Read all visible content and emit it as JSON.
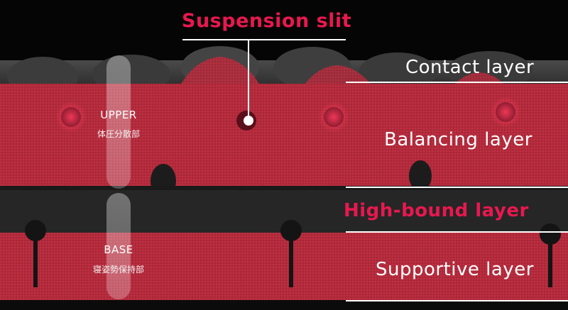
{
  "title": "Suspension slit",
  "layers": {
    "contact": "Contact layer",
    "balancing": "Balancing layer",
    "highbound": "High-bound layer",
    "supportive": "Supportive layer"
  },
  "sections": {
    "upper_en": "UPPER",
    "upper_jp": "体圧分散部",
    "base_en": "BASE",
    "base_jp": "寝姿勢保持部"
  },
  "colors": {
    "accent": "#e8184f",
    "foam_red": "#b0293a",
    "foam_dark": "#2a2a2a",
    "line": "#ffffff"
  }
}
